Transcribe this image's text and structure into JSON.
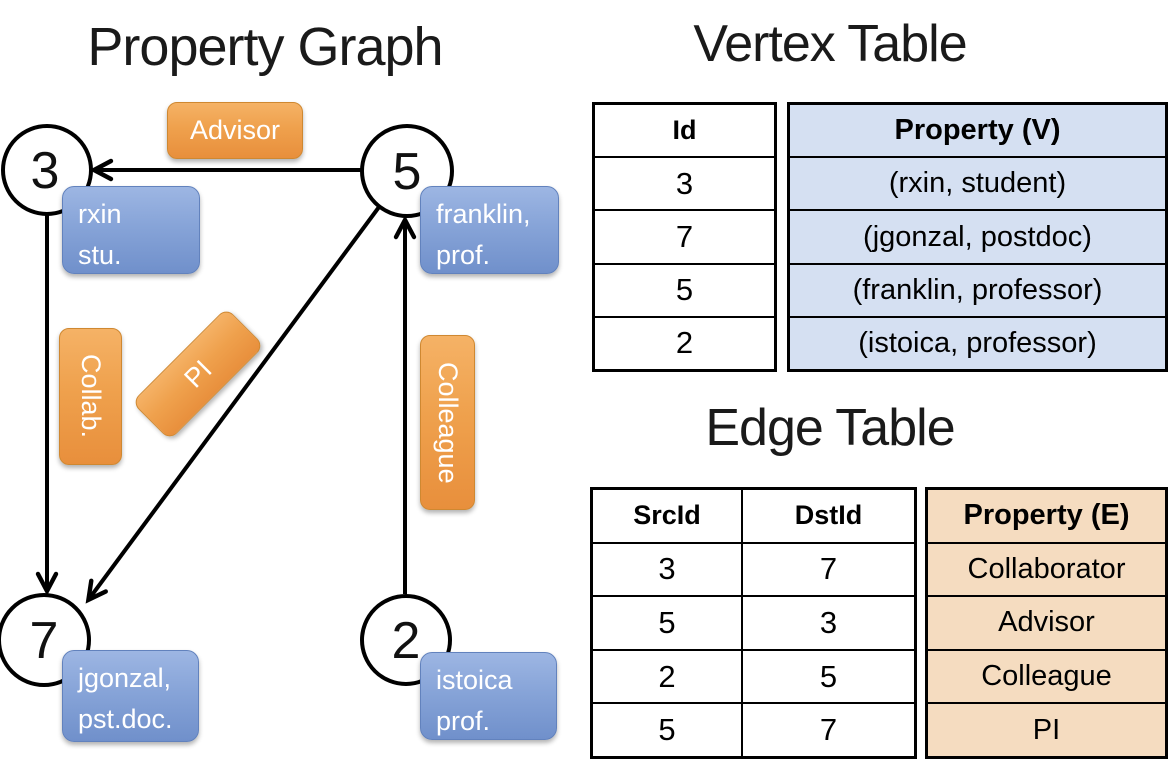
{
  "graph": {
    "title": "Property Graph",
    "nodes": {
      "n3": "3",
      "n5": "5",
      "n7": "7",
      "n2": "2"
    },
    "edge_labels": {
      "advisor": "Advisor",
      "collab": "Collab.",
      "pi": "PI",
      "colleague": "Colleague"
    },
    "vertex_props": {
      "rxin": {
        "line1": "rxin",
        "line2": "stu."
      },
      "franklin": {
        "line1": "franklin,",
        "line2": "prof."
      },
      "jgonzal": {
        "line1": "jgonzal,",
        "line2": "pst.doc."
      },
      "istoica": {
        "line1": "istoica",
        "line2": "prof."
      }
    },
    "edges": [
      {
        "from": "5",
        "to": "3",
        "label": "Advisor"
      },
      {
        "from": "3",
        "to": "7",
        "label": "Collab."
      },
      {
        "from": "5",
        "to": "7",
        "label": "PI"
      },
      {
        "from": "2",
        "to": "5",
        "label": "Colleague"
      }
    ]
  },
  "vertex_table": {
    "title": "Vertex Table",
    "headers": {
      "id": "Id",
      "property": "Property (V)"
    },
    "rows": [
      {
        "id": "3",
        "property": "(rxin, student)"
      },
      {
        "id": "7",
        "property": "(jgonzal, postdoc)"
      },
      {
        "id": "5",
        "property": "(franklin, professor)"
      },
      {
        "id": "2",
        "property": "(istoica, professor)"
      }
    ]
  },
  "edge_table": {
    "title": "Edge Table",
    "headers": {
      "src": "SrcId",
      "dst": "DstId",
      "property": "Property (E)"
    },
    "rows": [
      {
        "src": "3",
        "dst": "7",
        "property": "Collaborator"
      },
      {
        "src": "5",
        "dst": "3",
        "property": "Advisor"
      },
      {
        "src": "2",
        "dst": "5",
        "property": "Colleague"
      },
      {
        "src": "5",
        "dst": "7",
        "property": "PI"
      }
    ]
  },
  "colors": {
    "edge_label_orange_top": "#f5b266",
    "edge_label_orange_bottom": "#e88f3c",
    "vertex_prop_blue_top": "#9db6e3",
    "vertex_prop_blue_bottom": "#7090cb",
    "vertex_table_property_bg": "#d5e0f2",
    "edge_table_property_bg": "#f5dcc0",
    "line_color": "#000000"
  }
}
